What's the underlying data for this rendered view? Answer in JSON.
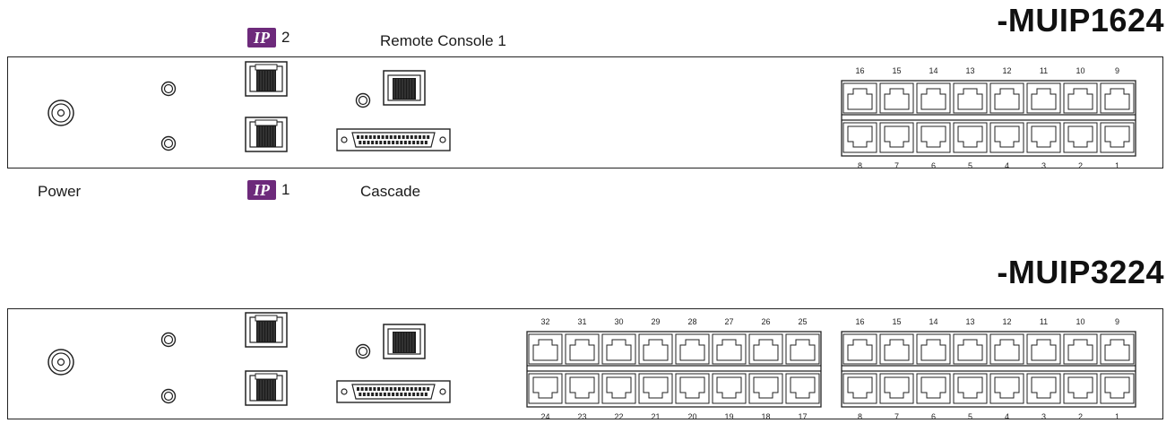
{
  "units": [
    {
      "model": "-MUIP1624",
      "ip_top": {
        "badge": "IP",
        "number": "2"
      },
      "remote_console_label": "Remote Console 1",
      "power_label": "Power",
      "ip_bottom": {
        "badge": "IP",
        "number": "1"
      },
      "cascade_label": "Cascade",
      "port_banks": [
        {
          "top_numbers": [
            "16",
            "15",
            "14",
            "13",
            "12",
            "11",
            "10",
            "9"
          ],
          "bottom_numbers": [
            "8",
            "7",
            "6",
            "5",
            "4",
            "3",
            "2",
            "1"
          ]
        }
      ]
    },
    {
      "model": "-MUIP3224",
      "port_banks": [
        {
          "top_numbers": [
            "32",
            "31",
            "30",
            "29",
            "28",
            "27",
            "26",
            "25"
          ],
          "bottom_numbers": [
            "24",
            "23",
            "22",
            "21",
            "20",
            "19",
            "18",
            "17"
          ]
        },
        {
          "top_numbers": [
            "16",
            "15",
            "14",
            "13",
            "12",
            "11",
            "10",
            "9"
          ],
          "bottom_numbers": [
            "8",
            "7",
            "6",
            "5",
            "4",
            "3",
            "2",
            "1"
          ]
        }
      ]
    }
  ],
  "colors": {
    "ip_badge": "#6d2a7b",
    "line": "#222222"
  }
}
